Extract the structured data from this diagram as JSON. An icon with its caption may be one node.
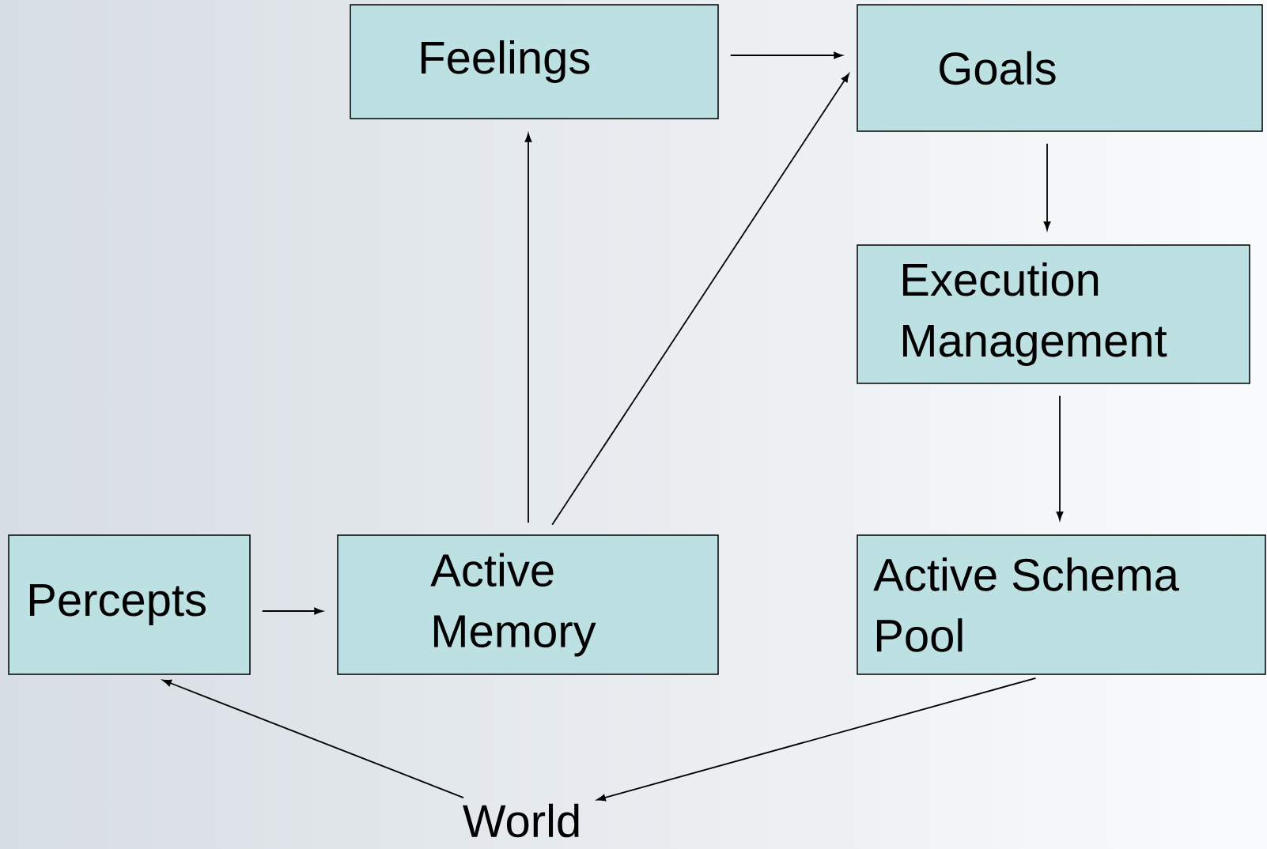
{
  "diagram": {
    "nodes": [
      {
        "text": [
          "Feelings"
        ]
      },
      {
        "text": [
          "Goals"
        ]
      },
      {
        "text": [
          "Execution Management"
        ]
      },
      {
        "text": [
          "Percepts"
        ]
      },
      {
        "text": [
          "Active Memory"
        ]
      },
      {
        "text": [
          "Active Schema Pool"
        ]
      },
      {
        "text": [
          "World"
        ]
      }
    ],
    "edges": [
      {
        "from": 0,
        "to": 1,
        "arrow": "to"
      },
      {
        "from": 4,
        "to": 0,
        "arrow": "to"
      },
      {
        "from": 4,
        "to": 1,
        "arrow": "to"
      },
      {
        "from": 1,
        "to": 2,
        "arrow": "to"
      },
      {
        "from": 2,
        "to": 5,
        "arrow": "to"
      },
      {
        "from": 3,
        "to": 4,
        "arrow": "to"
      },
      {
        "from": 5,
        "to": 6,
        "arrow": "to"
      },
      {
        "from": 6,
        "to": 3,
        "arrow": "to"
      }
    ]
  }
}
